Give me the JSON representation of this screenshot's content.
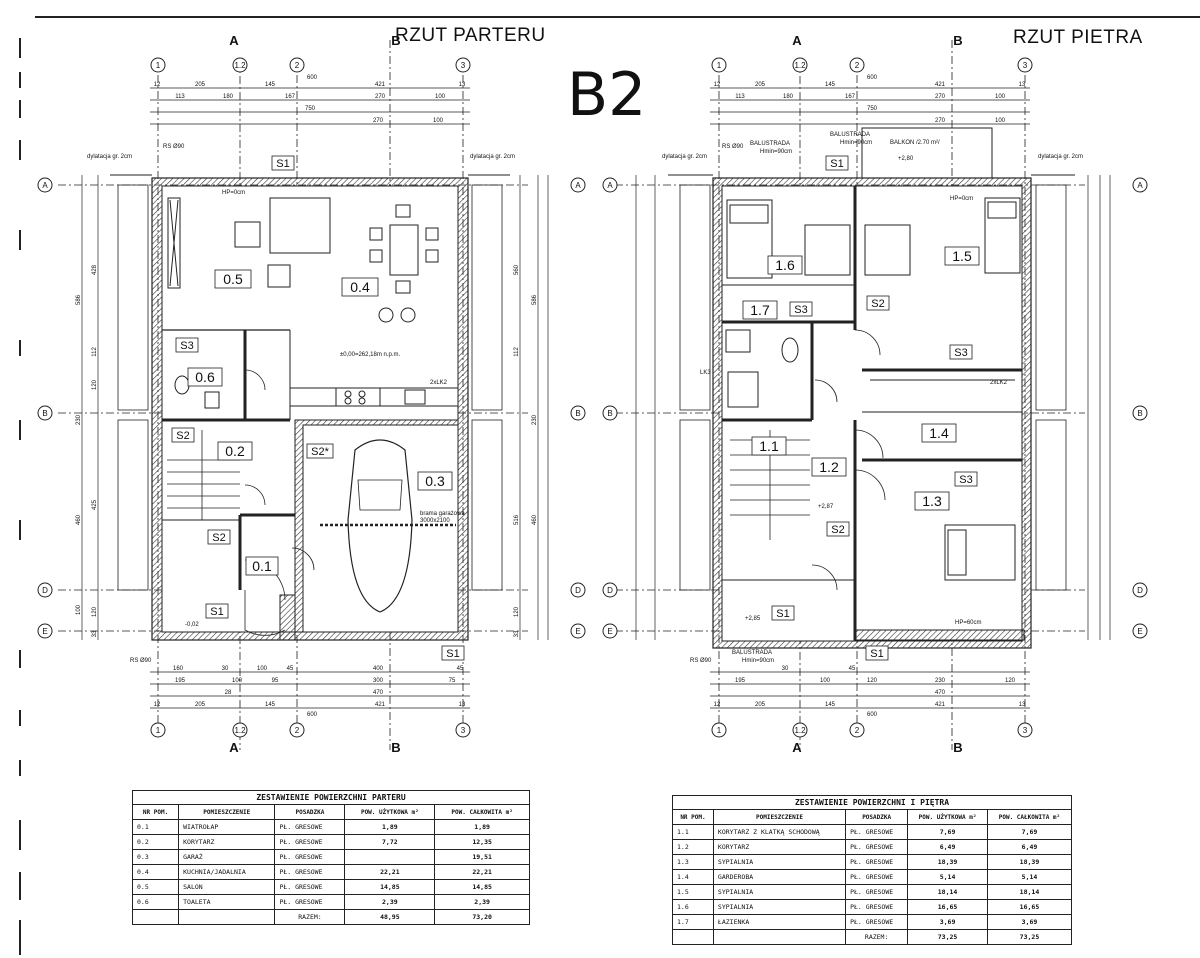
{
  "sheet": {
    "ground_title": "RZUT PARTERU",
    "upper_title": "RZUT PIETRA",
    "building_label": "B2"
  },
  "ground": {
    "rooms": [
      {
        "id": "0.5"
      },
      {
        "id": "0.4"
      },
      {
        "id": "0.6"
      },
      {
        "id": "0.2"
      },
      {
        "id": "0.3"
      },
      {
        "id": "0.1"
      }
    ],
    "notes": {
      "elev": "±0,00=262,18m n.p.m.",
      "garage_gate": "brama garażowa",
      "garage_gate_size": "3000x2100",
      "dilat_left": "dylatacja gr. 2cm",
      "dilat_right": "dylatacja gr. 2cm",
      "rs_top": "RS Ø90",
      "rs_bottom": "RS Ø90",
      "level_entry": "-0,02",
      "hp": "HP=0cm",
      "lk": "2xLK2"
    },
    "tags": {
      "s1_top": "S1",
      "s1_bottom": "S1",
      "s1_right": "S1",
      "s2a": "S2",
      "s2b": "S2",
      "s2c": "S2*",
      "s3": "S3"
    },
    "dims_top": {
      "row1": [
        "12",
        "205",
        "145",
        "600",
        "421",
        "13"
      ],
      "row2": [
        "113",
        "180",
        "167",
        "270",
        "100"
      ],
      "row3": [
        "750"
      ],
      "row4": [
        "270",
        "100"
      ]
    },
    "dims_bottom": {
      "row1": [
        "160",
        "30",
        "100",
        "45",
        "400",
        "45"
      ],
      "row2": [
        "195",
        "100",
        "95",
        "300",
        "75"
      ],
      "row3": [
        "28",
        "470"
      ],
      "row4": [
        "12",
        "205",
        "145",
        "600",
        "421",
        "13"
      ]
    },
    "dims_left": [
      "586",
      "428",
      "112",
      "120",
      "230",
      "460",
      "425",
      "100",
      "120",
      "33"
    ],
    "dims_right": [
      "586",
      "560",
      "112",
      "230",
      "460",
      "516",
      "120",
      "33"
    ]
  },
  "upper": {
    "rooms": [
      {
        "id": "1.6"
      },
      {
        "id": "1.5"
      },
      {
        "id": "1.7"
      },
      {
        "id": "1.4"
      },
      {
        "id": "1.1"
      },
      {
        "id": "1.2"
      },
      {
        "id": "1.3"
      }
    ],
    "notes": {
      "balustrada1": "BALUSTRADA",
      "balustrada1_h": "Hmin=90cm",
      "balustrada2": "BALUSTRADA",
      "balustrada2_h": "Hmin=90cm",
      "balkon": "BALKON /2.70 m²/",
      "balustrada3": "BALUSTRADA",
      "balustrada3_h": "Hmin=90cm",
      "level_top": "+2,80",
      "level_mid": "+2,87",
      "level_bottom": "+2,85",
      "lk": "LK3",
      "lk2": "2xLK2",
      "hp": "HP=0cm",
      "hp2": "HP=60cm",
      "dilat_left": "dylatacja gr. 2cm",
      "dilat_right": "dylatacja gr. 2cm",
      "rs_top": "RS Ø90",
      "rs_bottom": "RS Ø90"
    },
    "tags": {
      "s1_top": "S1",
      "s1_bottom": "S1",
      "s1_mid": "S1",
      "s2a": "S2",
      "s2b": "S2",
      "s3a": "S3",
      "s3b": "S3",
      "s3c": "S3"
    },
    "dims_top": {
      "row1": [
        "12",
        "205",
        "145",
        "600",
        "421",
        "13"
      ],
      "row2": [
        "113",
        "180",
        "167",
        "270",
        "100"
      ],
      "row3": [
        "750"
      ],
      "row4": [
        "270",
        "100"
      ]
    },
    "dims_bottom": {
      "row1": [
        "30",
        "45"
      ],
      "row2": [
        "195",
        "100",
        "120",
        "230",
        "120"
      ],
      "row3": [
        "470"
      ],
      "row4": [
        "12",
        "205",
        "145",
        "600",
        "421",
        "13"
      ]
    }
  },
  "axes": {
    "numbers": [
      "1",
      "1.2",
      "2",
      "3"
    ],
    "letters": [
      "A",
      "B",
      "D",
      "E"
    ],
    "sections": [
      "A",
      "B"
    ]
  },
  "table_ground": {
    "caption": "ZESTAWIENIE POWIERZCHNI PARTERU",
    "headers": [
      "NR POM.",
      "POMIESZCZENIE",
      "POSADZKA",
      "POW. UŻYTKOWA m²",
      "POW. CAŁKOWITA m²"
    ],
    "rows": [
      [
        "0.1",
        "WIATROŁAP",
        "PŁ. GRESOWE",
        "1,89",
        "1,89"
      ],
      [
        "0.2",
        "KORYTARZ",
        "PŁ. GRESOWE",
        "7,72",
        "12,35"
      ],
      [
        "0.3",
        "GARAŻ",
        "PŁ. GRESOWE",
        "",
        "19,51"
      ],
      [
        "0.4",
        "KUCHNIA/JADALNIA",
        "PŁ. GRESOWE",
        "22,21",
        "22,21"
      ],
      [
        "0.5",
        "SALON",
        "PŁ. GRESOWE",
        "14,85",
        "14,85"
      ],
      [
        "0.6",
        "TOALETA",
        "PŁ. GRESOWE",
        "2,39",
        "2,39"
      ]
    ],
    "total_label": "RAZEM:",
    "total_usable": "48,95",
    "total_all": "73,20"
  },
  "table_upper": {
    "caption": "ZESTAWIENIE POWIERZCHNI I PIĘTRA",
    "headers": [
      "NR POM.",
      "POMIESZCZENIE",
      "POSADZKA",
      "POW. UŻYTKOWA m²",
      "POW. CAŁKOWITA m²"
    ],
    "rows": [
      [
        "1.1",
        "KORYTARZ Z KLATKĄ SCHODOWĄ",
        "PŁ. GRESOWE",
        "7,69",
        "7,69"
      ],
      [
        "1.2",
        "KORYTARZ",
        "PŁ. GRESOWE",
        "6,49",
        "6,49"
      ],
      [
        "1.3",
        "SYPIALNIA",
        "PŁ. GRESOWE",
        "18,39",
        "18,39"
      ],
      [
        "1.4",
        "GARDEROBA",
        "PŁ. GRESOWE",
        "5,14",
        "5,14"
      ],
      [
        "1.5",
        "SYPIALNIA",
        "PŁ. GRESOWE",
        "18,14",
        "18,14"
      ],
      [
        "1.6",
        "SYPIALNIA",
        "PŁ. GRESOWE",
        "16,65",
        "16,65"
      ],
      [
        "1.7",
        "ŁAZIENKA",
        "PŁ. GRESOWE",
        "3,69",
        "3,69"
      ]
    ],
    "total_label": "RAZEM:",
    "total_usable": "73,25",
    "total_all": "73,25"
  }
}
